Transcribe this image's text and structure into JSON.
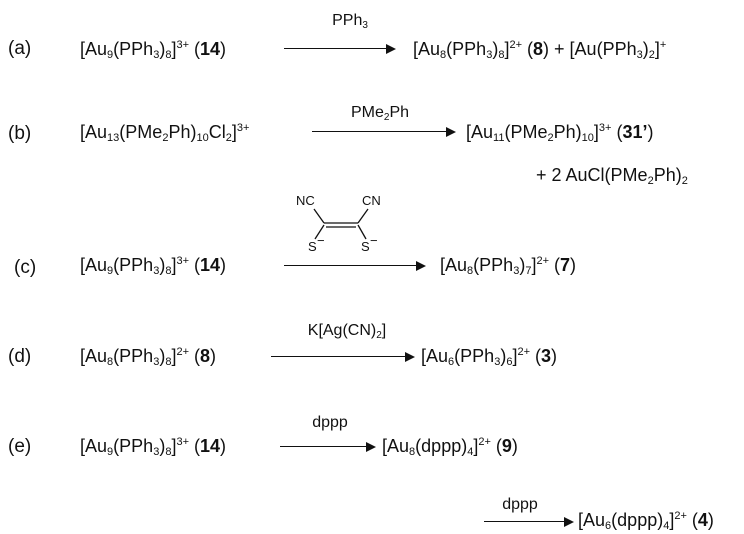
{
  "reactions": [
    {
      "label": "(a)",
      "reactant": {
        "au": "9",
        "ligand": "PPh",
        "ligand_sub": "3",
        "n": "8",
        "charge": "3+",
        "id": "14"
      },
      "reagent": {
        "main": "PPh",
        "sub": "3"
      },
      "product": {
        "au": "8",
        "ligand": "PPh",
        "ligand_sub": "3",
        "n": "8",
        "charge": "2+",
        "id": "8"
      },
      "coproduct": {
        "au": "",
        "ligand": "PPh",
        "ligand_sub": "3",
        "n": "2",
        "charge": "+"
      }
    },
    {
      "label": "(b)",
      "reactant": {
        "au": "13",
        "ligand": "PMe",
        "ligand_sub": "2",
        "ligand_tail": "Ph",
        "n": "10",
        "extra": "Cl",
        "extra_sub": "2",
        "charge": "3+"
      },
      "reagent": {
        "main": "PMe",
        "sub": "2",
        "tail": "Ph"
      },
      "product": {
        "au": "11",
        "ligand": "PMe",
        "ligand_sub": "2",
        "ligand_tail": "Ph",
        "n": "10",
        "charge": "3+",
        "id": "31’"
      },
      "coproduct_line": {
        "coef": "+ 2 AuCl(PMe",
        "sub": "2",
        "tail": "Ph)",
        "sub2": "2"
      }
    },
    {
      "label": "(c)",
      "reactant": {
        "au": "9",
        "ligand": "PPh",
        "ligand_sub": "3",
        "n": "8",
        "charge": "3+",
        "id": "14"
      },
      "reagent_structure": {
        "nc": "NC",
        "cn": "CN",
        "s1": "S",
        "s2": "S",
        "minus": "−"
      },
      "product": {
        "au": "8",
        "ligand": "PPh",
        "ligand_sub": "3",
        "n": "7",
        "charge": "2+",
        "id": "7"
      }
    },
    {
      "label": "(d)",
      "reactant": {
        "au": "8",
        "ligand": "PPh",
        "ligand_sub": "3",
        "n": "8",
        "charge": "2+",
        "id": "8"
      },
      "reagent": {
        "main": "K[Ag(CN)",
        "sub": "2",
        "tail": "]"
      },
      "product": {
        "au": "6",
        "ligand": "PPh",
        "ligand_sub": "3",
        "n": "6",
        "charge": "2+",
        "id": "3"
      }
    },
    {
      "label": "(e)",
      "reactant": {
        "au": "9",
        "ligand": "PPh",
        "ligand_sub": "3",
        "n": "8",
        "charge": "3+",
        "id": "14"
      },
      "reagent": {
        "main": "dppp"
      },
      "product": {
        "au": "8",
        "ligand": "dppp",
        "n": "4",
        "charge": "2+",
        "id": "9"
      }
    },
    {
      "label": "",
      "reagent": {
        "main": "dppp"
      },
      "product": {
        "au": "6",
        "ligand": "dppp",
        "n": "4",
        "charge": "2+",
        "id": "4"
      }
    }
  ],
  "text": {
    "au": "Au",
    "open": "[",
    "close": "]",
    "lp": "(",
    "rp": ")",
    "plus": " + "
  }
}
